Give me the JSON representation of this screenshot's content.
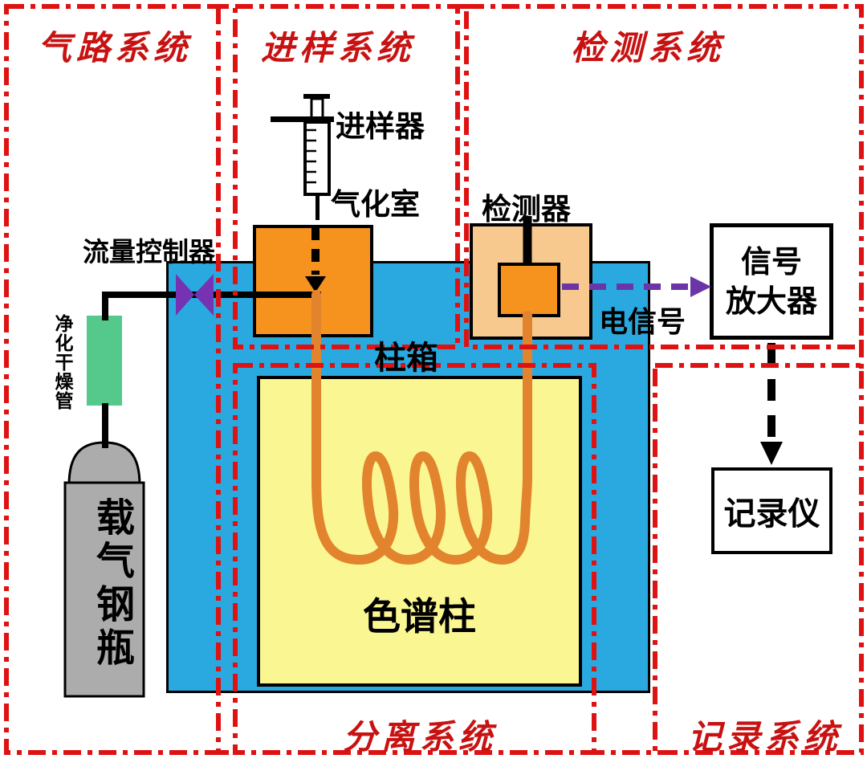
{
  "systems": {
    "gas_path": {
      "label": "气路系统"
    },
    "injection": {
      "label": "进样系统"
    },
    "detection": {
      "label": "检测系统"
    },
    "separation": {
      "label": "分离系统"
    },
    "recording": {
      "label": "记录系统"
    }
  },
  "components": {
    "injector": {
      "label": "进样器"
    },
    "vaporizer": {
      "label": "气化室"
    },
    "flow_controller": {
      "label": "流量控制器"
    },
    "drying_tube": {
      "label": "净化干燥管"
    },
    "carrier_cylinder": {
      "label": "载气钢瓶"
    },
    "column_oven": {
      "label": "柱箱"
    },
    "column": {
      "label": "色谱柱"
    },
    "detector": {
      "label": "检测器"
    },
    "electrical_signal": {
      "label": "电信号"
    },
    "amplifier": {
      "label_line1": "信号",
      "label_line2": "放大器"
    },
    "recorder": {
      "label": "记录仪"
    }
  },
  "colors": {
    "border_red": "#DE1212",
    "label_red": "#C81212",
    "oven_blue": "#2AA9E0",
    "column_yellow": "#FAF692",
    "component_orange": "#F6921E",
    "detector_light_orange": "#F8C98F",
    "tube_orange": "#E2832E",
    "drier_green": "#55C98C",
    "cylinder_gray": "#ACACAC",
    "valve_purple": "#7533B3",
    "signal_purple": "#6B35A8"
  }
}
